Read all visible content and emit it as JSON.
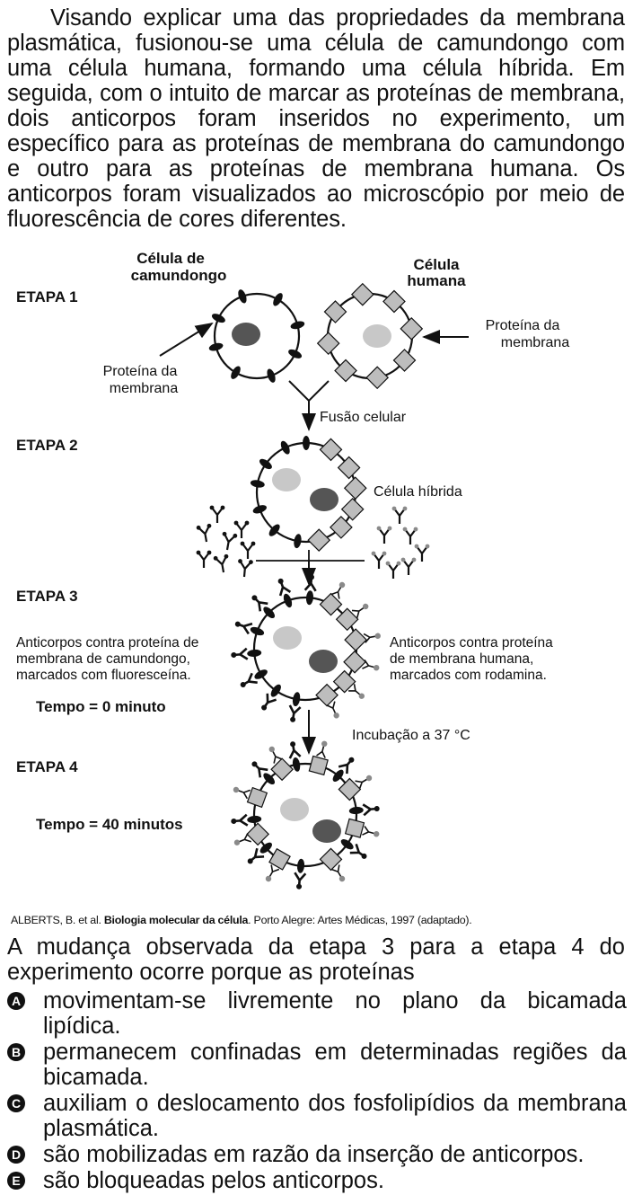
{
  "intro": "Visando explicar uma das propriedades da membrana plasmática, fusionou-se uma célula de camundongo com uma célula humana, formando uma célula híbrida. Em seguida, com o intuito de marcar as proteínas de membrana, dois anticorpos foram inseridos no experimento, um específico para as proteínas de membrana do camundongo e outro para as proteínas de membrana humana. Os anticorpos foram visualizados ao microscópio por meio de fluorescência de cores diferentes.",
  "figure": {
    "mouse_cell_line1": "Célula de",
    "mouse_cell_line2": "camundongo",
    "human_cell_line1": "Célula",
    "human_cell_line2": "humana",
    "step1": "ETAPA 1",
    "step2": "ETAPA 2",
    "step3": "ETAPA 3",
    "step4": "ETAPA 4",
    "protein_left_line1": "Proteína da",
    "protein_left_line2": "membrana",
    "protein_right_line1": "Proteína da",
    "protein_right_line2": "membrana",
    "fusion": "Fusão celular",
    "hybrid": "Célula híbrida",
    "ab_left_line1": "Anticorpos contra proteína de",
    "ab_left_line2": "membrana de camundongo,",
    "ab_left_line3": "marcados com fluoresceína.",
    "ab_right_line1": "Anticorpos contra proteína",
    "ab_right_line2": "de membrana humana,",
    "ab_right_line3": "marcados com rodamina.",
    "time0": "Tempo = 0 minuto",
    "incubation": "Incubação a 37 °C",
    "time40": "Tempo = 40 minutos"
  },
  "source": {
    "authors": "ALBERTS, B. et al. ",
    "title": "Biologia molecular da célula",
    "rest": ". Porto Alegre: Artes Médicas, 1997 (adaptado)."
  },
  "question": "A mudança observada da etapa 3 para a etapa 4 do experimento ocorre porque as proteínas",
  "options": [
    {
      "letter": "A",
      "text": "movimentam-se livremente no plano da bicamada lipídica."
    },
    {
      "letter": "B",
      "text": "permanecem confinadas em determinadas regiões da bicamada."
    },
    {
      "letter": "C",
      "text": "auxiliam o deslocamento dos fosfolipídios da membrana plasmática."
    },
    {
      "letter": "D",
      "text": "são mobilizadas em razão da inserção de anticorpos."
    },
    {
      "letter": "E",
      "text": "são bloqueadas pelos anticorpos."
    }
  ]
}
